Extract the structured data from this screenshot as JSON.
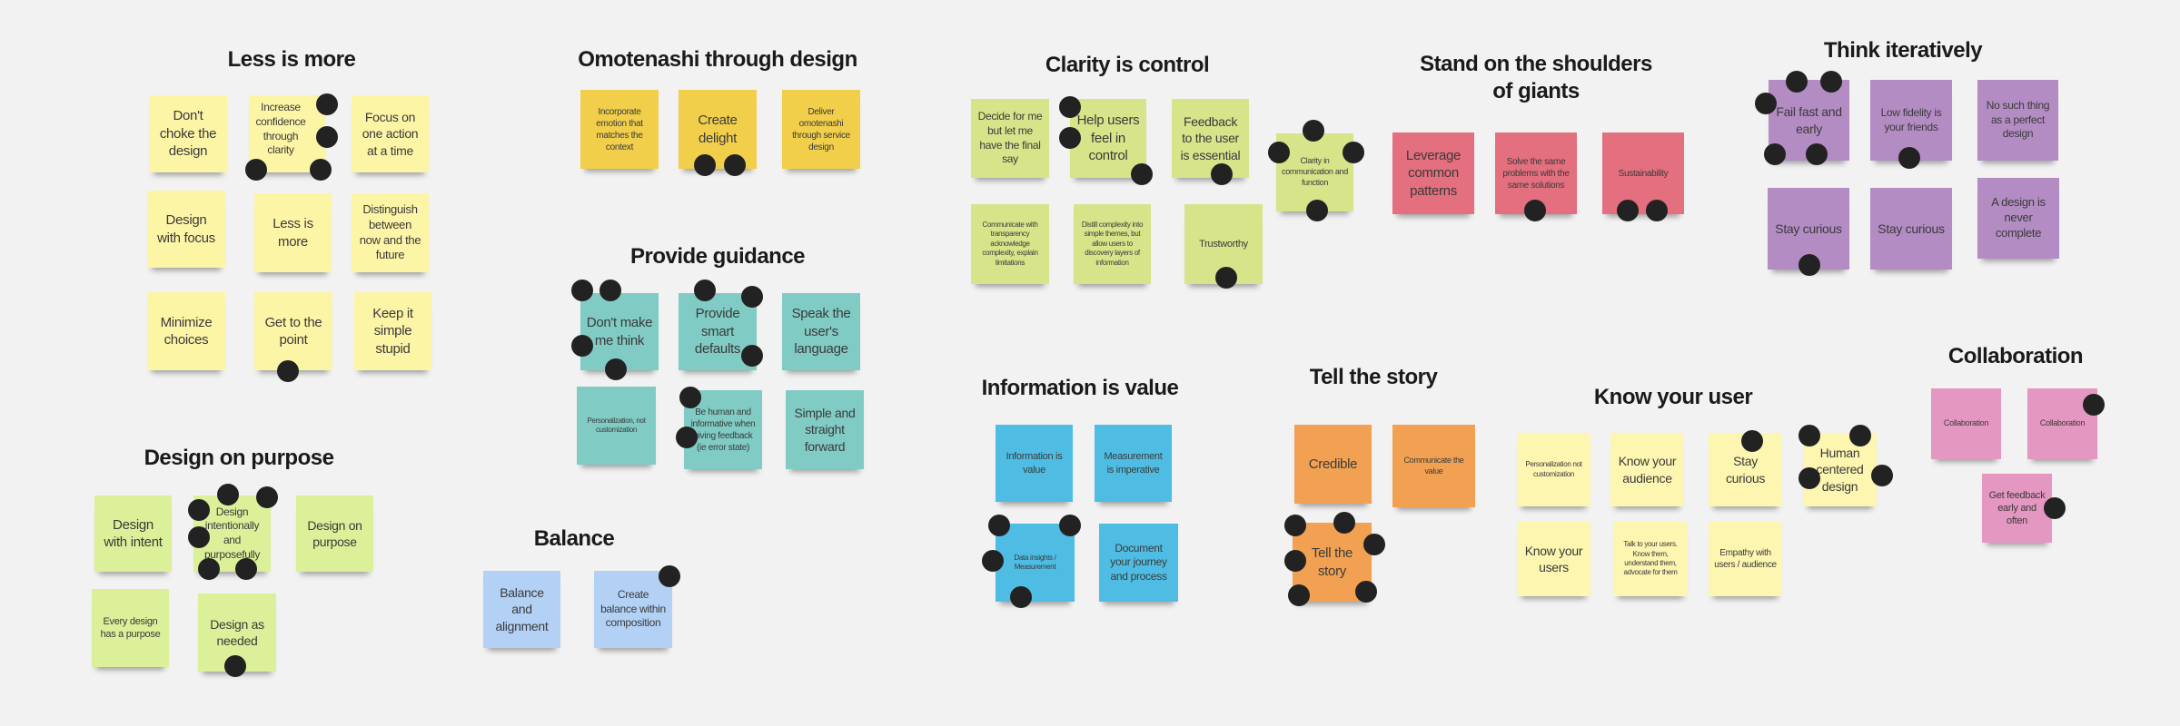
{
  "board": {
    "clusters": [
      {
        "title": "Less is more",
        "color": "#fdf5a6",
        "stickies": [
          "Don't choke the design",
          "Increase confidence through clarity",
          "Focus on one action at a time",
          "Design with focus",
          "Less is more",
          "Distinguish between now and the future",
          "Minimize choices",
          "Get to the point",
          "Keep it simple stupid"
        ]
      },
      {
        "title": "Omotenashi through design",
        "color": "#f2cf4a",
        "stickies": [
          "Incorporate emotion that matches the context",
          "Create delight",
          "Deliver omotenashi through service design"
        ]
      },
      {
        "title": "Provide guidance",
        "color": "#80cbc4",
        "stickies": [
          "Don't make me think",
          "Provide smart defaults",
          "Speak the user's language",
          "Personalization, not customization",
          "Be human and informative when giving feedback (ie error state)",
          "Simple and straight forward"
        ]
      },
      {
        "title": "Design on purpose",
        "color": "#dcf09a",
        "stickies": [
          "Design with intent",
          "Design intentionally and purposefully",
          "Design on purpose",
          "Every design has a purpose",
          "Design as needed"
        ]
      },
      {
        "title": "Balance",
        "color": "#b3d1f5",
        "stickies": [
          "Balance and alignment",
          "Create balance within composition"
        ]
      },
      {
        "title": "Clarity is control",
        "color": "#d8e48a",
        "stickies": [
          "Decide for me but let me have the final say",
          "Help users feel in control",
          "Feedback to the user is essential",
          "Communicate with transparency acknowledge complexity, explain limitations",
          "Distill complexity into simple themes, but allow users to discovery layers of information",
          "Trustworthy",
          "Clarity in communication and function"
        ]
      },
      {
        "title": "Stand on the shoulders of giants",
        "color": "#e46f7e",
        "stickies": [
          "Leverage common patterns",
          "Solve the same problems with the same solutions",
          "Sustainability"
        ]
      },
      {
        "title": "Think iteratively",
        "color": "#b48cc4",
        "stickies": [
          "Fail fast and early",
          "Low fidelity is your friends",
          "No such thing as a perfect design",
          "Stay curious",
          "Stay curious",
          "A design is never complete"
        ]
      },
      {
        "title": "Information is value",
        "color": "#4fbde3",
        "stickies": [
          "Information is value",
          "Measurement is imperative",
          "Data insights / Measurement",
          "Document your journey and process"
        ]
      },
      {
        "title": "Tell the story",
        "color": "#f2a152",
        "stickies": [
          "Credible",
          "Communicate the value",
          "Tell the story"
        ]
      },
      {
        "title": "Know your user",
        "color": "#fdf6b0",
        "stickies": [
          "Personalization not customization",
          "Know your audience",
          "Stay curious",
          "Human centered design",
          "Know your users",
          "Talk to your users. Know them, understand them, advocate for them",
          "Empathy with users / audience"
        ]
      },
      {
        "title": "Collaboration",
        "color": "#e497c0",
        "stickies": [
          "Collaboration",
          "Collaboration",
          "Get feedback early and often"
        ]
      }
    ],
    "vote_dot_color": "#222222"
  }
}
